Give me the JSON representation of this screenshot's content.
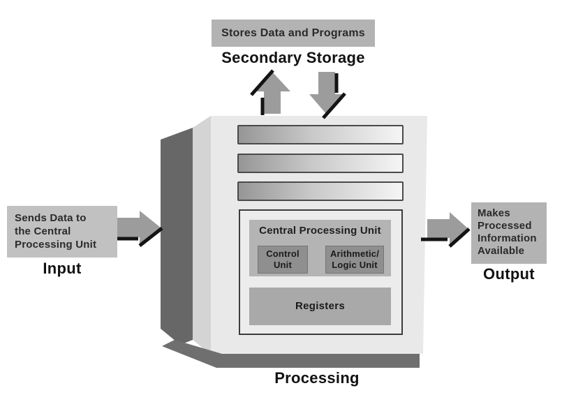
{
  "secondary_storage": {
    "box_label": "Stores Data and Programs",
    "caption": "Secondary Storage"
  },
  "input": {
    "lines": [
      "Sends Data to",
      "the Central",
      "Processing Unit"
    ],
    "caption": "Input"
  },
  "output": {
    "lines": [
      "Makes",
      "Processed",
      "Information",
      "Available"
    ],
    "caption": "Output"
  },
  "processing": {
    "caption": "Processing",
    "cpu_title": "Central Processing Unit",
    "control_unit_lines": [
      "Control",
      "Unit"
    ],
    "alu_lines": [
      "Arithmetic/",
      "Logic Unit"
    ],
    "registers_label": "Registers"
  },
  "icons": {
    "storage_up_arrow": "block-arrow-up",
    "storage_down_arrow": "block-arrow-down",
    "input_arrow": "block-arrow-right",
    "output_arrow": "block-arrow-right"
  },
  "colors": {
    "label_box_gray": "#b3b3b3",
    "arrow_gray": "#9c9c9c",
    "accent_black": "#141414",
    "case_front": "#e9e9e9",
    "case_bevel": "#d4d4d4",
    "case_side": "#676767",
    "case_shadow": "#6f6f6f",
    "cpu_block": "#b4b4b4",
    "inner_unit": "#8f8f8f",
    "registers": "#a9a9a9"
  }
}
